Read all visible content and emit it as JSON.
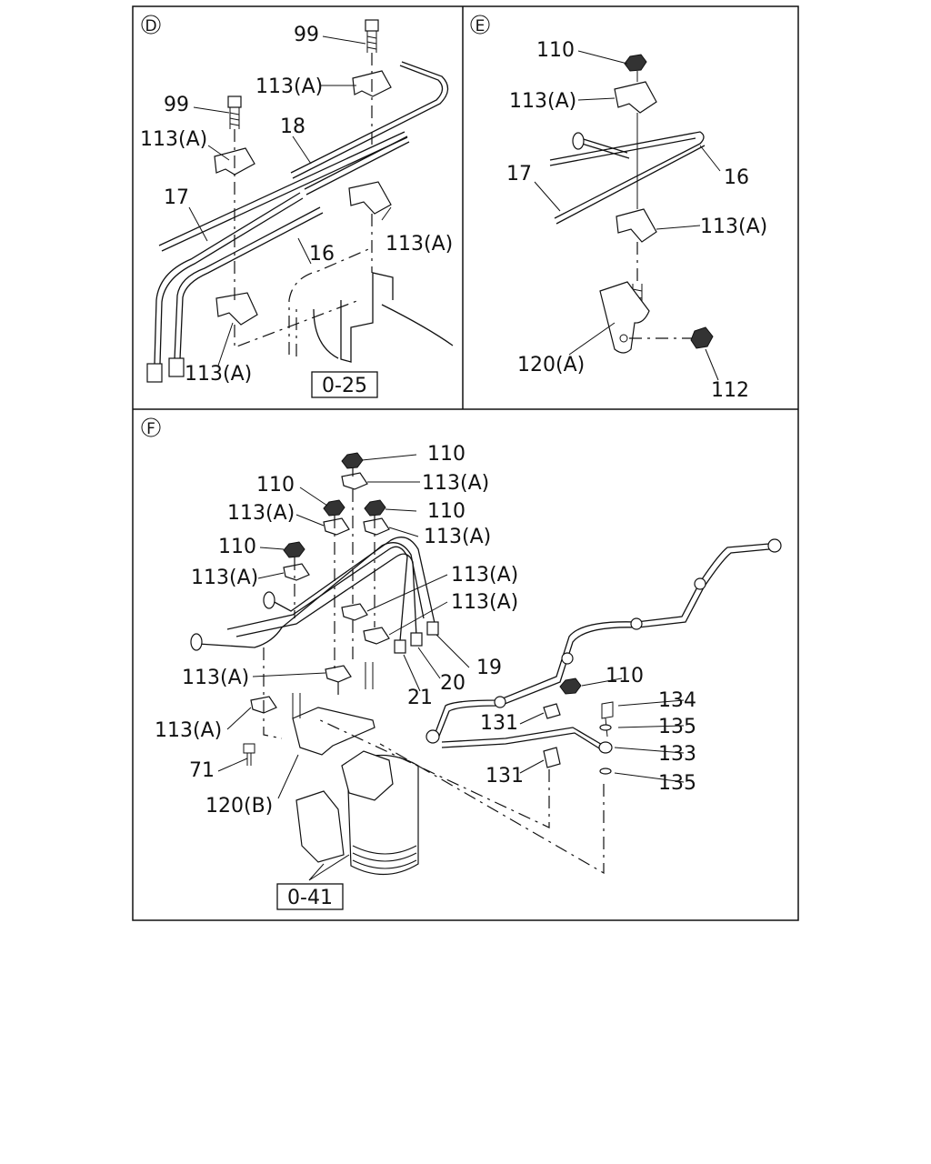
{
  "panels": {
    "D": {
      "marker": "D",
      "labels": {
        "l99a": "99",
        "l113a1": "113(A)",
        "l99b": "99",
        "l113a2": "113(A)",
        "l18": "18",
        "l17": "17",
        "l16": "16",
        "l113a3": "113(A)",
        "l113a4": "113(A)"
      },
      "ref": "0-25"
    },
    "E": {
      "marker": "E",
      "labels": {
        "l110": "110",
        "l113a1": "113(A)",
        "l17": "17",
        "l16": "16",
        "l113a2": "113(A)",
        "l120a": "120(A)",
        "l112": "112"
      }
    },
    "F": {
      "marker": "F",
      "labels": {
        "l110a": "110",
        "l113a1": "113(A)",
        "l110b": "110",
        "l110c": "110",
        "l113a2": "113(A)",
        "l113a3": "113(A)",
        "l110d": "110",
        "l113a4": "113(A)",
        "l113a5": "113(A)",
        "l113a6": "113(A)",
        "l19": "19",
        "l20": "20",
        "l21": "21",
        "l113a7": "113(A)",
        "l110e": "110",
        "l134": "134",
        "l131a": "131",
        "l135a": "135",
        "l113a8": "113(A)",
        "l133": "133",
        "l71": "71",
        "l131b": "131",
        "l135b": "135",
        "l120b": "120(B)"
      },
      "ref": "0-41"
    }
  }
}
